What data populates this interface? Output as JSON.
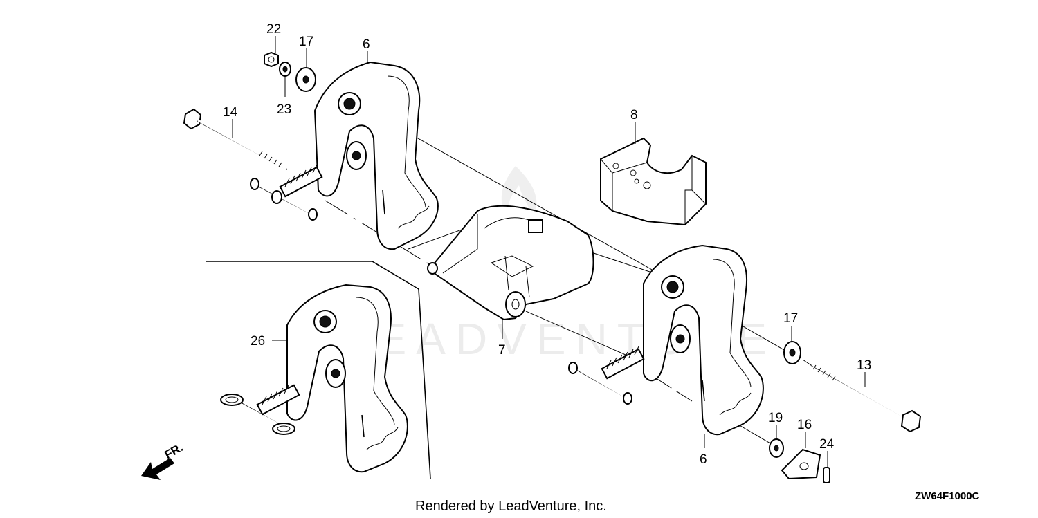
{
  "callouts": [
    {
      "id": "c22",
      "label": "22"
    },
    {
      "id": "c17a",
      "label": "17"
    },
    {
      "id": "c6a",
      "label": "6"
    },
    {
      "id": "c23",
      "label": "23"
    },
    {
      "id": "c14",
      "label": "14"
    },
    {
      "id": "c8",
      "label": "8"
    },
    {
      "id": "c26",
      "label": "26"
    },
    {
      "id": "c7",
      "label": "7"
    },
    {
      "id": "c17b",
      "label": "17"
    },
    {
      "id": "c13",
      "label": "13"
    },
    {
      "id": "c19",
      "label": "19"
    },
    {
      "id": "c16",
      "label": "16"
    },
    {
      "id": "c24",
      "label": "24"
    },
    {
      "id": "c6b",
      "label": "6"
    }
  ],
  "direction_label": "FR.",
  "watermark": "LEADVENTURE",
  "footer": {
    "text": "Rendered by LeadVenture, Inc."
  },
  "diagram_code": "ZW64F1000C"
}
